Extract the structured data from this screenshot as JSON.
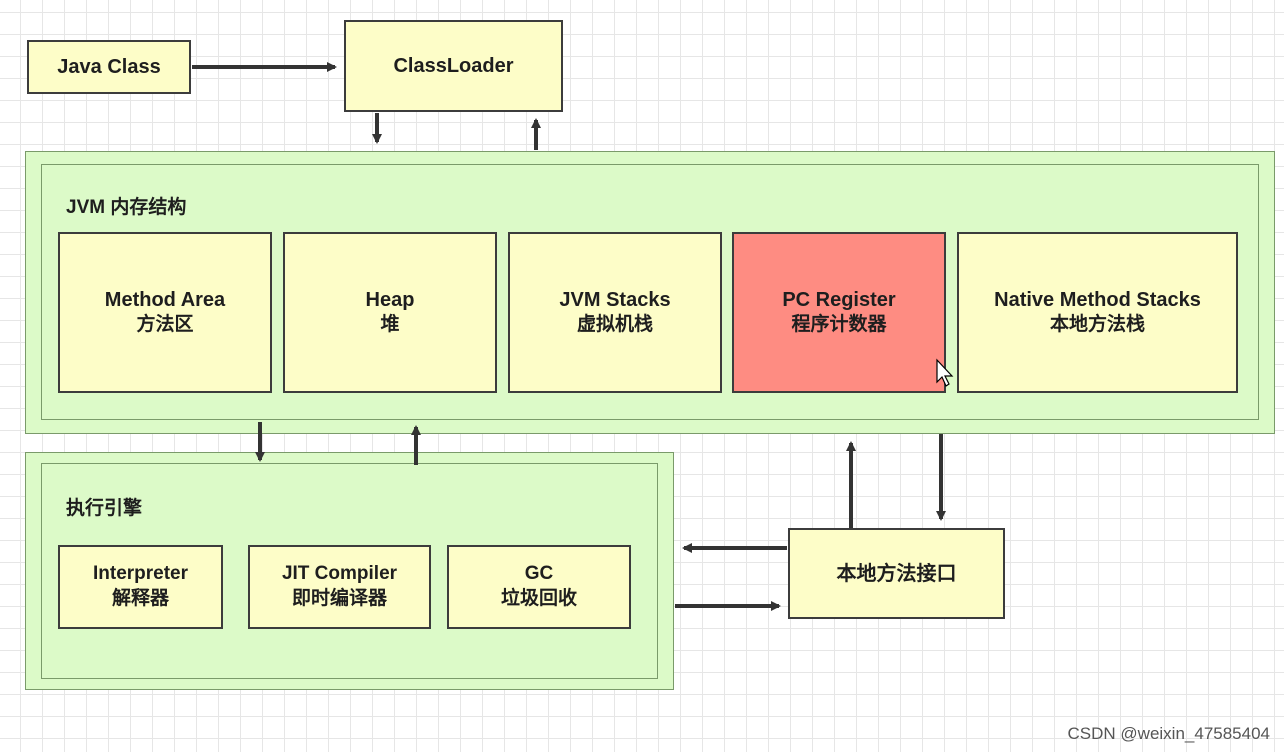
{
  "java_class": "Java Class",
  "classloader": "ClassLoader",
  "jvm_memory": {
    "title": "JVM 内存结构",
    "method_area": {
      "en": "Method Area",
      "zh": "方法区"
    },
    "heap": {
      "en": "Heap",
      "zh": "堆"
    },
    "jvm_stacks": {
      "en": "JVM Stacks",
      "zh": "虚拟机栈"
    },
    "pc_register": {
      "en": "PC Register",
      "zh": "程序计数器"
    },
    "native_stacks": {
      "en": "Native Method Stacks",
      "zh": "本地方法栈"
    }
  },
  "execution_engine": {
    "title": "执行引擎",
    "interpreter": {
      "en": "Interpreter",
      "zh": "解释器"
    },
    "jit": {
      "en": "JIT Compiler",
      "zh": "即时编译器"
    },
    "gc": {
      "en": "GC",
      "zh": "垃圾回收"
    }
  },
  "native_interface": "本地方法接口",
  "watermark": "CSDN @weixin_47585404",
  "colors": {
    "box_fill": "#fdfdc8",
    "area_fill": "#dcfac8",
    "highlight": "#fe8c82",
    "arrow": "#333333"
  }
}
